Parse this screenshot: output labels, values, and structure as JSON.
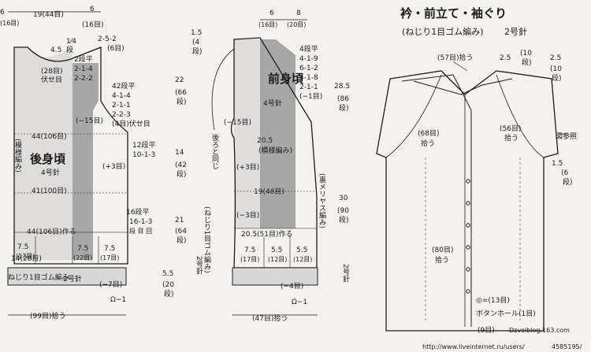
{
  "title": {
    "line1": "衿・前立て・袖ぐり",
    "line2": "(ねじり1目ゴム編み)",
    "needle": "2号針"
  },
  "back": {
    "name": "後身頃",
    "needle": "4号針",
    "pattern": "(模様編み)",
    "top": {
      "width": "19(44目)",
      "shoulder": "6",
      "shoulder_sts": "(16目)",
      "left_edge": "6",
      "left_edge_sts": "(16目)"
    },
    "neck": {
      "w": "4.5",
      "h": "1⁄4",
      "h2": "段",
      "sts": "(28目)",
      "bind": "伏せ目",
      "flat": "2段平",
      "dec1": "2-1-4",
      "dec2": "2-2-2",
      "top": "2-5-2",
      "top_sts": "(6目)"
    },
    "armhole": {
      "flat": "42段平",
      "d1": "4-1-4",
      "d2": "2-1-1",
      "d3": "2-2-3",
      "bind": "(4目)伏せ目"
    },
    "mid": {
      "dec": "(−15目)",
      "w1": "44(106目)",
      "w2": "41(100目)",
      "inc": "(+3目)",
      "sideflat": "12段平",
      "side": "10-1-3",
      "sideflat2": "16段平",
      "side2": "16-1-3",
      "rows": "段 目 回"
    },
    "bottom": {
      "w": "44(106目)作る",
      "w_l": "7.5",
      "w_l_sts": "(17目)",
      "w_c": "14(28目)",
      "w_c2": "7.5",
      "w_c2_sts": "(22目)",
      "w_r": "7.5",
      "w_r_sts": "(17目)",
      "rib": "ねじり1目ゴム編み",
      "rib_needle": "2号針",
      "rib_dec": "(−7目)",
      "rib_note": "Ω−1",
      "pickup": "(99目)拾う"
    },
    "heights": {
      "h1": "1.5",
      "h1r": "(4",
      "h1r2": "段)",
      "h2": "22",
      "h2r": "(66",
      "h2r2": "段)",
      "h3": "14",
      "h3r": "(42",
      "h3r2": "段)",
      "h4": "21",
      "h4r": "(64",
      "h4r2": "段)",
      "h5": "5.5",
      "h5r": "(20",
      "h5r2": "段)",
      "rib_h": "2号針"
    }
  },
  "front": {
    "name": "前身頃",
    "needle": "4号針",
    "top": {
      "left": "6",
      "left_sts": "(16目)",
      "right": "8",
      "right_sts": "(20目)"
    },
    "armhole": {
      "flat": "4段平",
      "d1": "4-1-9",
      "d2": "6-1-2",
      "d3": "4-1-8",
      "d4": "2-1-1",
      "d5": "(−1目)"
    },
    "mid": {
      "dec": "(−15目)",
      "same": "後ろと同じ",
      "inc": "(+3目)",
      "dec2": "(−3目)",
      "pattern_w": "20.5",
      "pattern": "(模様編み)",
      "w": "19(48目)",
      "reverse": "(裏メリヤス編み)"
    },
    "bottom": {
      "w": "20.5(51目)作る",
      "w_l": "7.5",
      "w_l_sts": "(17目)",
      "w_c": "5.5",
      "w_c_sts": "(12目)",
      "w_r": "5.5",
      "w_r_sts": "(12目)",
      "rib": "(ねじり1目ゴム編み)",
      "rib_dec": "(−4目)",
      "rib_note": "Ω−1",
      "pickup": "(47目)拾う"
    },
    "heights": {
      "h1": "28.5",
      "h1r": "(86",
      "h1r2": "段)",
      "h2": "30",
      "h2r": "(90",
      "h2r2": "段)",
      "h3": "2号針"
    }
  },
  "assembly": {
    "neck": "(57目)拾う",
    "shoulder_l": "2.5",
    "shoulder_l_r": "(10",
    "shoulder_l_r2": "段)",
    "shoulder_r": "2.5",
    "shoulder_r_r": "(10",
    "shoulder_r_r2": "段)",
    "front_edge": "(68目)",
    "front_edge2": "拾う",
    "armhole": "(56目)",
    "armhole2": "拾う",
    "ref": "図参照",
    "edge_h": "1.5",
    "edge_h_r": "(6",
    "edge_h_r2": "段)",
    "lower_front": "(80目)",
    "lower_front2": "拾う",
    "button": "◎=(13目)",
    "buttonhole": "ボタンホール(1目)",
    "bh_sts": "(9目)",
    "watermark": "Dzvolblog.163.com",
    "url": "http://www.liveinternet.ru/users/",
    "url2": "4585195/"
  },
  "colors": {
    "shade": "#a7a7a7",
    "line": "#1c1c1c",
    "bg": "#f4f2ef"
  }
}
